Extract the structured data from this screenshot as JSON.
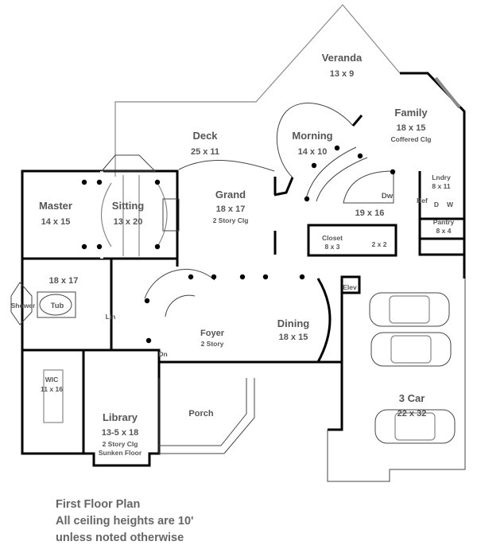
{
  "title": "First Floor Plan",
  "notes": [
    "All ceiling heights are 10'",
    "unless noted otherwise"
  ],
  "rooms": {
    "veranda": {
      "name": "Veranda",
      "size": "13 x 9"
    },
    "deck": {
      "name": "Deck",
      "size": "25 x 11"
    },
    "morning": {
      "name": "Morning",
      "size": "14 x 10"
    },
    "family": {
      "name": "Family",
      "size": "18 x 15",
      "note": "Coffered Clg"
    },
    "master": {
      "name": "Master",
      "size": "14 x 15"
    },
    "sitting": {
      "name": "Sitting",
      "size": "13 x 20"
    },
    "grand": {
      "name": "Grand",
      "size": "18 x 17",
      "note": "2 Story Clg"
    },
    "kitchen": {
      "size": "19 x 16"
    },
    "laundry": {
      "name": "Lndry",
      "size": "8 x 11"
    },
    "pantry": {
      "name": "Pantry",
      "size": "8 x 4"
    },
    "closet": {
      "name": "Closet",
      "size": "8 x 3"
    },
    "powder": {
      "size": "2 x 2"
    },
    "master_bath": {
      "size": "18 x 17"
    },
    "shower": {
      "name": "Shower"
    },
    "tub": {
      "name": "Tub"
    },
    "linen": {
      "name": "Lin"
    },
    "elevator": {
      "name": "Elev"
    },
    "foyer": {
      "name": "Foyer",
      "note": "2 Story"
    },
    "dining": {
      "name": "Dining",
      "size": "18 x 15"
    },
    "wic": {
      "name": "WIC",
      "size": "11 x 16"
    },
    "library": {
      "name": "Library",
      "size": "13-5 x 18",
      "note1": "2 Story Clg",
      "note2": "Sunken Floor"
    },
    "porch": {
      "name": "Porch"
    },
    "garage": {
      "name": "3 Car",
      "size": "22 x 32"
    }
  },
  "fixtures": {
    "dishwasher": "Dw",
    "refrigerator": "Ref",
    "dryer": "D",
    "washer": "W",
    "stair_down": "Dn"
  }
}
